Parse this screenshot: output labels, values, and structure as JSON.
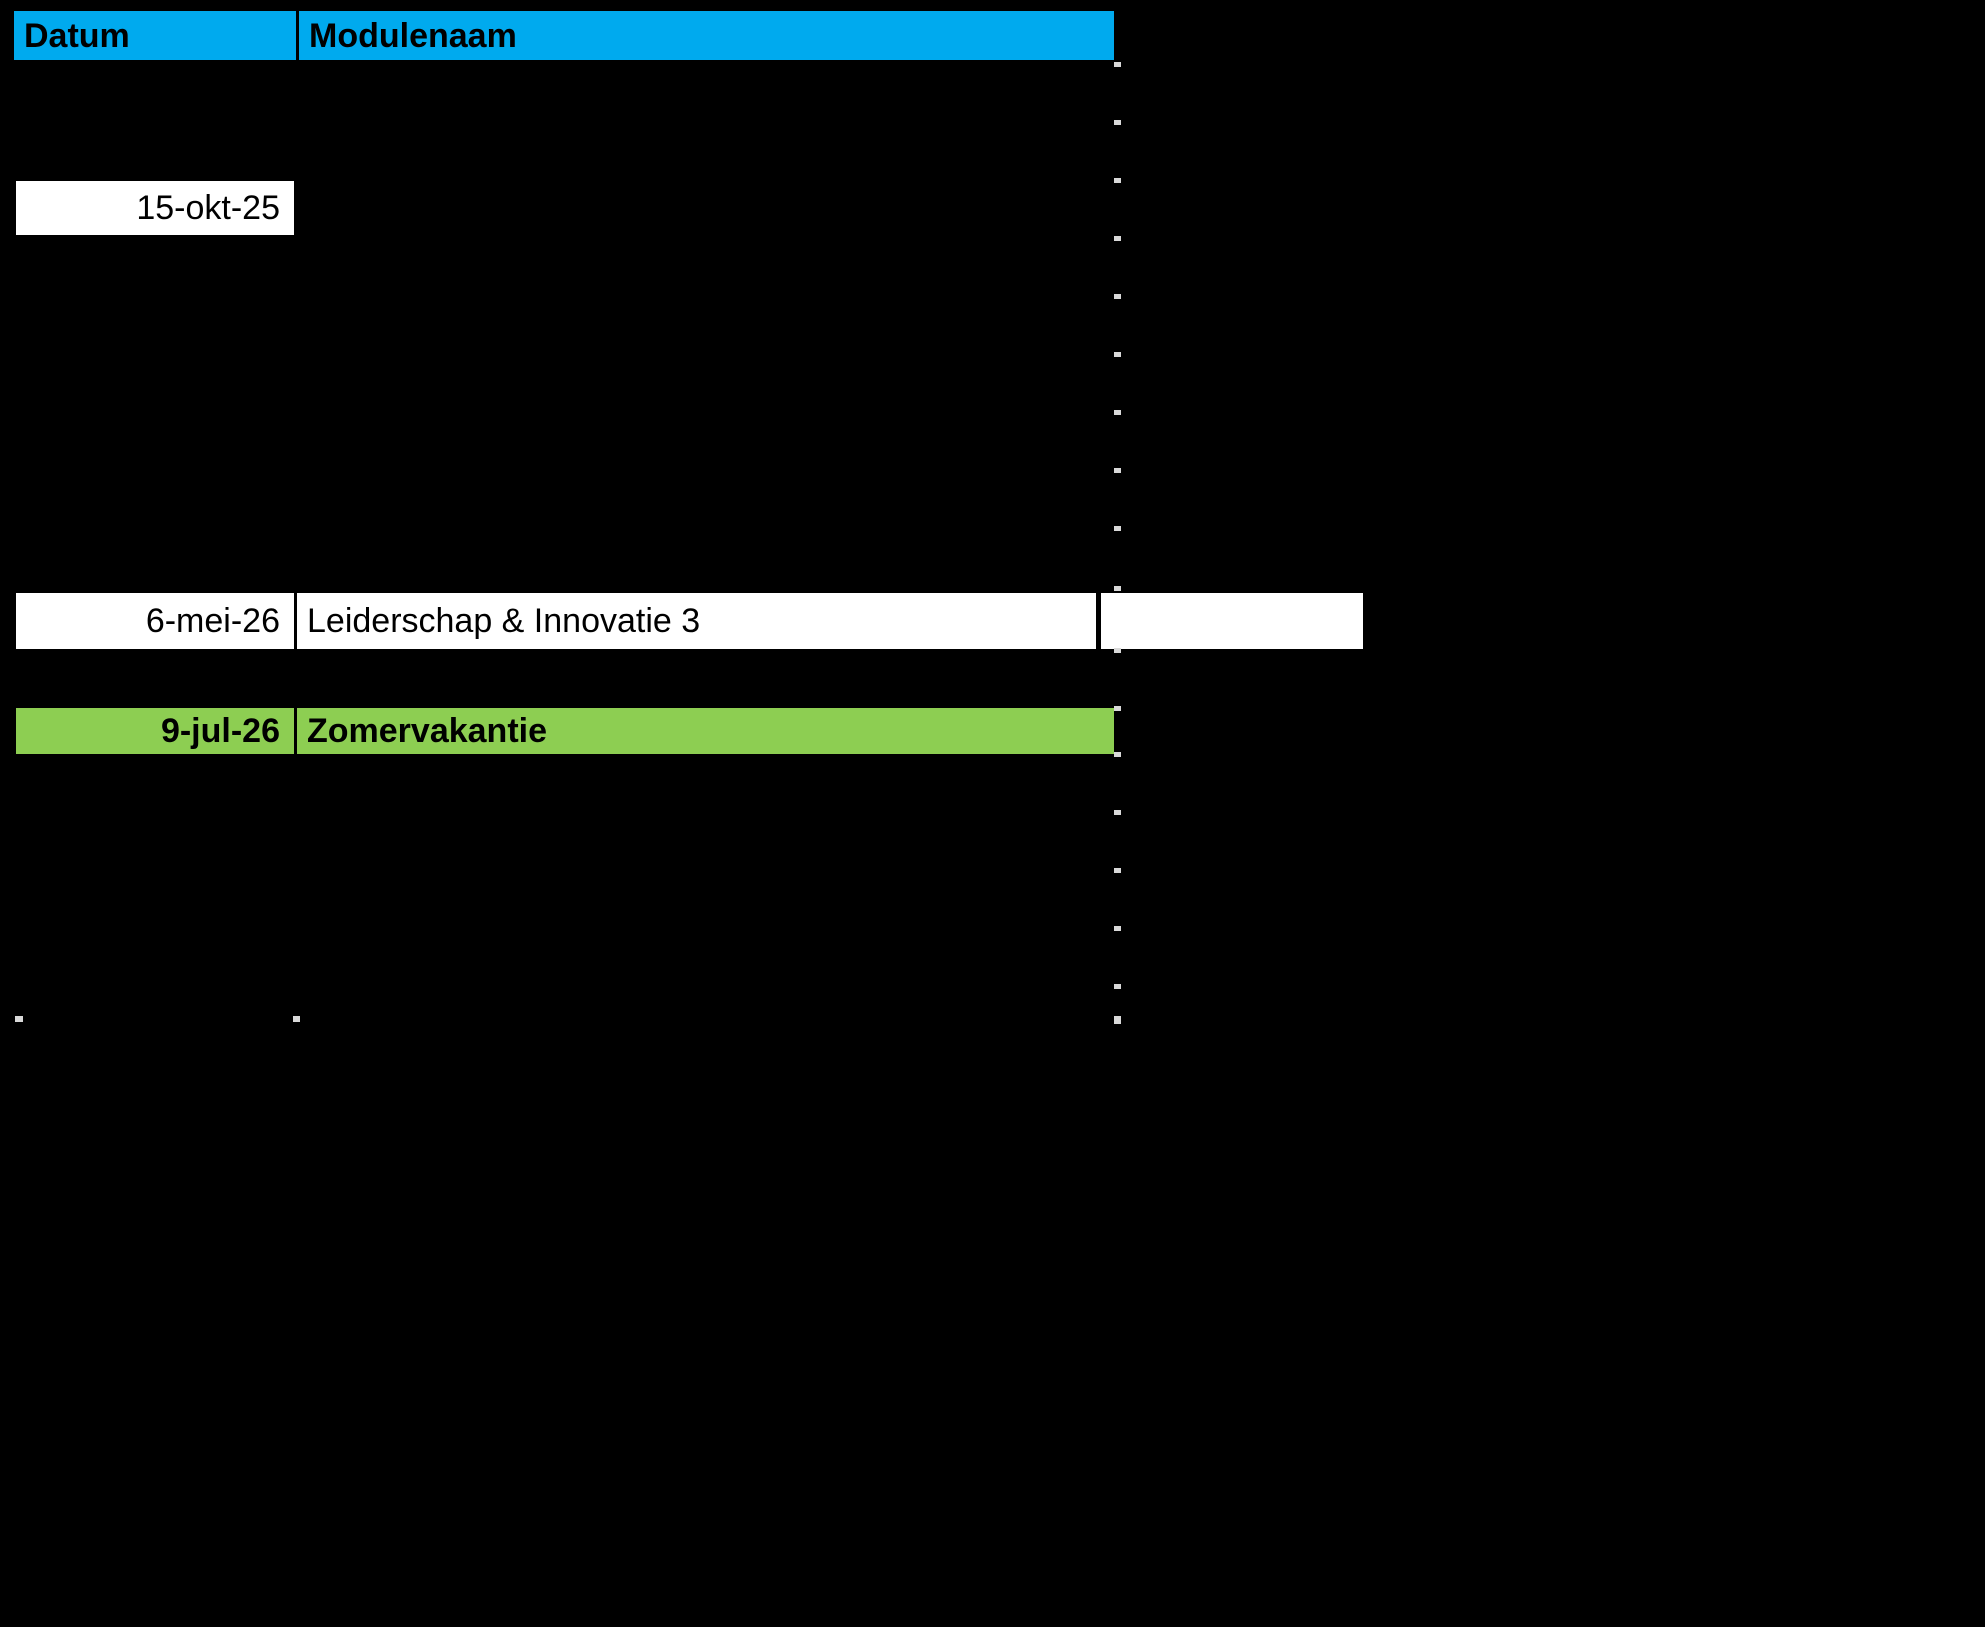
{
  "document": {
    "background_color": "#000000",
    "accent_blue": "#00AAEE",
    "accent_green": "#8DCE52",
    "cell_white": "#FFFFFF",
    "gridline_color": "#D9D9D9"
  },
  "table": {
    "columns": [
      {
        "key": "datum",
        "label": "Datum"
      },
      {
        "key": "modulenaam",
        "label": "Modulenaam"
      }
    ],
    "rows": [
      {
        "id": "header",
        "style": "header",
        "datum": "Datum",
        "modulenaam": "Modulenaam",
        "visible": true
      },
      {
        "id": "row-15-okt-25",
        "style": "white-date-only",
        "datum": "15-okt-25",
        "modulenaam": "",
        "visible": true
      },
      {
        "id": "row-6-mei-26",
        "style": "white-full",
        "datum": "6-mei-26",
        "modulenaam": "Leiderschap & Innovatie 3",
        "extra": "",
        "visible": true
      },
      {
        "id": "row-9-jul-26",
        "style": "green",
        "datum": "9-jul-26",
        "modulenaam": "Zomervakantie",
        "visible": true
      }
    ]
  }
}
